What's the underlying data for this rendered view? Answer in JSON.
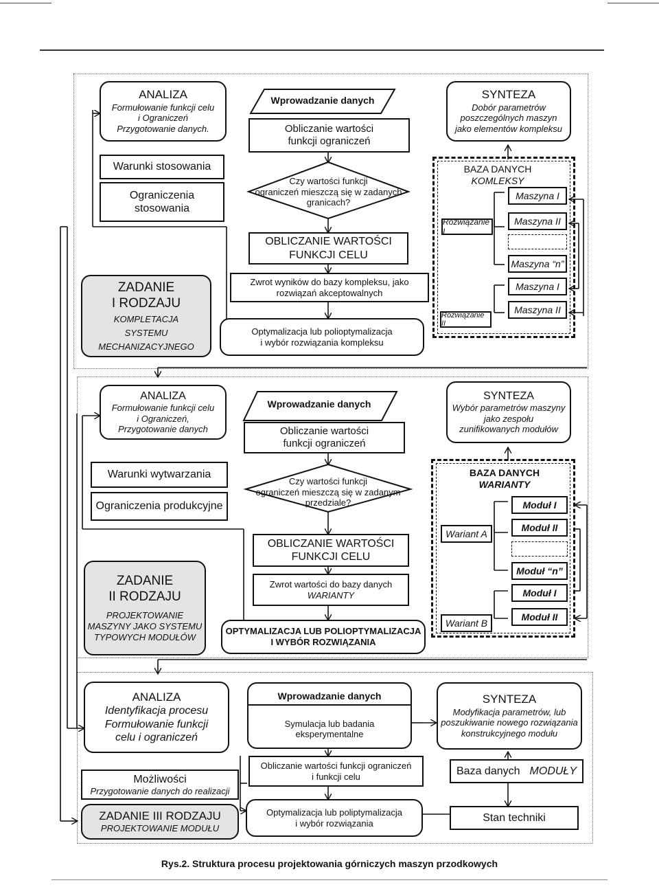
{
  "s1": {
    "analiza": {
      "title": "ANALIZA",
      "l1": "Formułowanie funkcji celu",
      "l2": "i Ograniczeń",
      "l3": "Przygotowanie danych."
    },
    "wprowadzanie": "Wprowadzanie danych",
    "obliczanie": {
      "l1": "Obliczanie wartości",
      "l2": "funkcji ograniczeń"
    },
    "synteza": {
      "title": "SYNTEZA",
      "l1": "Dobór parametrów",
      "l2": "poszczególnych maszyn",
      "l3": "jako elementów kompleksu"
    },
    "warunki": "Warunki stosowania",
    "ograniczenia": {
      "l1": "Ograniczenia",
      "l2": "stosowania"
    },
    "decision": {
      "l1": "Czy wartości funkcji",
      "l2": "ograniczeń mieszczą się w zadanych",
      "l3": "granicach?"
    },
    "obl_celu": {
      "l1": "OBLICZANIE WARTOŚCI",
      "l2": "FUNKCJI CELU"
    },
    "zwrot": {
      "l1": "Zwrot wyników do bazy kompleksu, jako",
      "l2": "rozwiązań akceptowalnych"
    },
    "optym": {
      "l1": "Optymalizacja lub polioptymalizacja",
      "l2": "i wybór rozwiązania kompleksu"
    },
    "zadanie": {
      "t1": "ZADANIE",
      "t2": "I RODZAJU",
      "l1": "KOMPLETACJA",
      "l2": "SYSTEMU",
      "l3": "MECHANIZACYJNEGO"
    },
    "baza": {
      "l1": "BAZA DANYCH",
      "l2": "KOMLEKSY"
    },
    "rozw1": "Rozwiązanie I",
    "rozw2": "Rozwiązanie II",
    "m1": "Maszyna I",
    "m2": "Maszyna II",
    "mn": "Maszyna “n”",
    "m1b": "Maszyna I",
    "m2b": "Maszyna II"
  },
  "s2": {
    "analiza": {
      "title": "ANALIZA",
      "l1": "Formułowanie funkcji celu",
      "l2": "i Ograniczeń,",
      "l3": "Przygotowanie danych"
    },
    "wprowadzanie": "Wprowadzanie danych",
    "obliczanie": {
      "l1": "Obliczanie wartości",
      "l2": "funkcji ograniczeń"
    },
    "synteza": {
      "title": "SYNTEZA",
      "l1": "Wybór parametrów maszyny",
      "l2": "jako zespołu",
      "l3": "zunifikowanych modułów"
    },
    "warunki": "Warunki wytwarzania",
    "ograniczenia": "Ograniczenia produkcyjne",
    "decision": {
      "l1": "Czy wartości funkcji",
      "l2": "ograniczeń mieszczą się w zadanym",
      "l3": "przedziale?"
    },
    "obl_celu": {
      "l1": "OBLICZANIE WARTOŚCI",
      "l2": "FUNKCJI CELU"
    },
    "zwrot": {
      "l1": "Zwrot wartości do bazy danych",
      "l2": "WARIANTY"
    },
    "optym": {
      "l1": "OPTYMALIZACJA LUB POLIOPTYMALIZACJA",
      "l2": "I WYBÓR ROZWIĄZANIA"
    },
    "zadanie": {
      "t1": "ZADANIE",
      "t2": "II RODZAJU",
      "l1": "PROJEKTOWANIE",
      "l2": "MASZYNY JAKO SYSTEMU",
      "l3": "TYPOWYCH MODUŁÓW"
    },
    "baza": {
      "l1": "BAZA DANYCH",
      "l2": "WARIANTY"
    },
    "wa": "Wariant A",
    "wb": "Wariant B",
    "m1": "Moduł I",
    "m2": "Moduł II",
    "mn": "Moduł “n”",
    "m1b": "Moduł I",
    "m2b": "Moduł II"
  },
  "s3": {
    "analiza": {
      "title": "ANALIZA",
      "l1": "Identyfikacja procesu",
      "l2": "Formułowanie funkcji",
      "l3": "celu i ograniczeń"
    },
    "wprowadzanie": "Wprowadzanie danych",
    "symulacja": {
      "l1": "Symulacja lub badania",
      "l2": "eksperymentalne"
    },
    "synteza": {
      "title": "SYNTEZA",
      "l1": "Modyfikacja parametrów, lub",
      "l2": "poszukiwanie nowego rozwiązania",
      "l3": "konstrukcyjnego modułu"
    },
    "mozliwosci": {
      "l1": "Możliwości",
      "l2": "Przygotowanie danych do realizacji"
    },
    "obliczanie": {
      "l1": "Obliczanie wartości funkcji ograniczeń",
      "l2": "i funkcji celu"
    },
    "baza": {
      "l1": "Baza danych",
      "l2": "MODUŁY"
    },
    "zadanie": {
      "t1": "ZADANIE III RODZAJU",
      "l1": "PROJEKTOWANIE MODUŁU"
    },
    "optym": {
      "l1": "Optymalizacja lub poliptymalizacja",
      "l2": "i wybór rozwiązania"
    },
    "stan": "Stan techniki"
  },
  "caption": "Rys.2. Struktura procesu projektowania górniczych maszyn przodkowych"
}
